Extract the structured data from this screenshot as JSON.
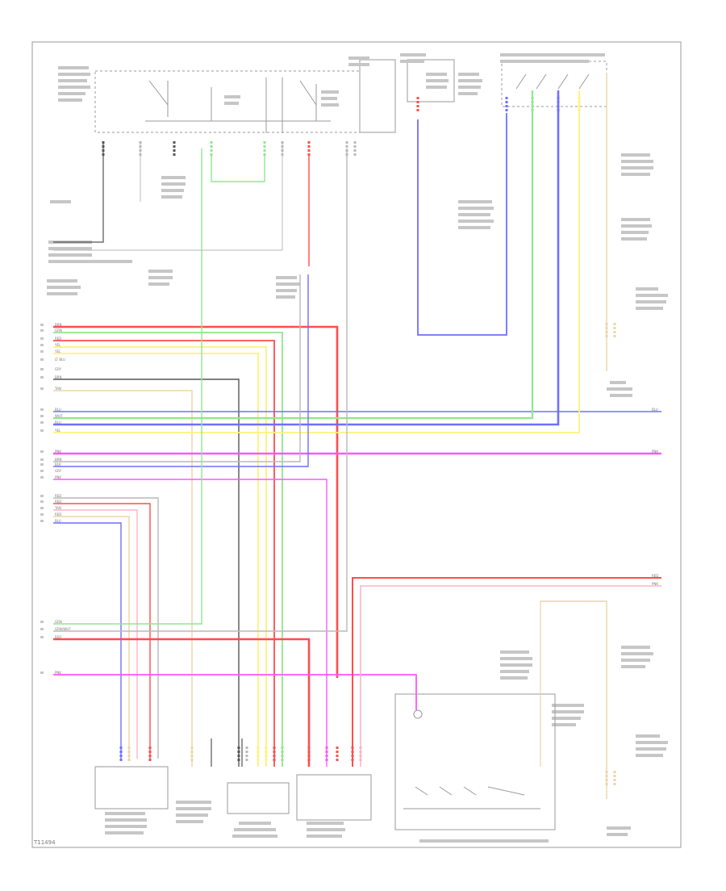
{
  "diagram": {
    "footer_code": "T11494",
    "wire_colors": {
      "red": "#ff4d4d",
      "green": "#8ee88e",
      "yellow": "#fff27a",
      "blue": "#6f6fff",
      "magenta": "#ff55ff",
      "pink": "#ffb3c6",
      "gray": "#b9b9b9",
      "black": "#555555",
      "tan": "#ead6a6"
    },
    "left_terminals": {
      "group1": [
        "BRN",
        "GRN",
        "RED",
        "YEL",
        "YEL",
        "LT BLU",
        "GRY",
        "BRN",
        "TAN"
      ],
      "group2": [
        "BLU",
        "WHT",
        "BLU",
        "YEL"
      ],
      "group3": [
        "PNK",
        "BRN",
        "BLK",
        "GRY",
        "PNK"
      ],
      "group4": [
        "RED",
        "RED",
        "TAN",
        "RED",
        "BLU"
      ],
      "group5": [
        "GRN",
        "GRN/WHT",
        "RED"
      ],
      "group6": [
        "PNK"
      ]
    },
    "right_terminals": [
      "BLU",
      "PNK",
      "RED",
      "PNK"
    ]
  }
}
